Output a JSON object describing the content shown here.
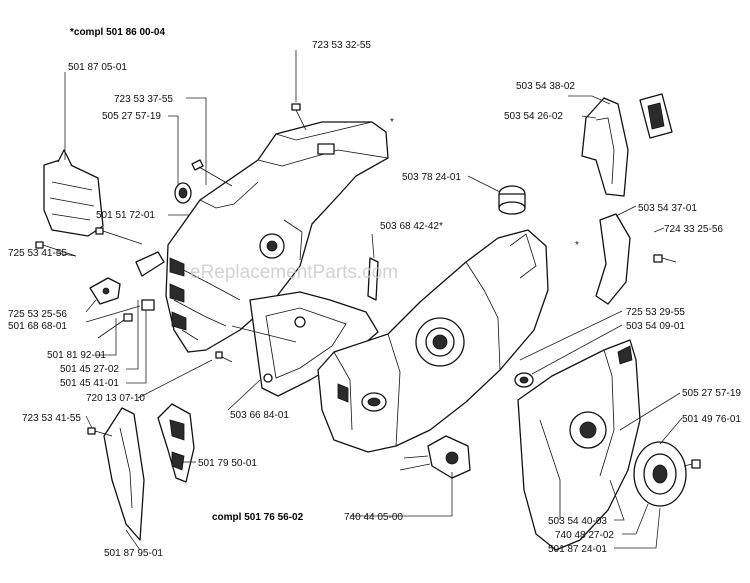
{
  "headers": {
    "kit_top": "*compl 501 86 00-04",
    "kit_bottom": "compl 501 76 56-02"
  },
  "watermark": "eReplacementParts.com",
  "asterisks": [
    "*",
    "*"
  ],
  "labels": {
    "p1": "723 53 32-55",
    "p2": "501 87 05-01",
    "p3": "723 53 37-55",
    "p4": "505 27 57-19",
    "p5": "501 51 72-01",
    "p6": "725 53 41-55",
    "p7": "725 53 25-56",
    "p8": "501 68 68-01",
    "p9": "501 81 92-01",
    "p10": "501 45 27-02",
    "p11": "501 45 41-01",
    "p12": "720 13 07-10",
    "p13": "723 53 41-55",
    "p14": "501 87 95-01",
    "p15": "501 79 50-01",
    "p16": "503 66 84-01",
    "p17": "503 68 42-42*",
    "p18": "503 78 24-01",
    "p19": "503 54 38-02",
    "p20": "503 54 26-02",
    "p21": "503 54 37-01",
    "p22": "724 33 25-56",
    "p23": "725 53 29-55",
    "p24": "503 54 09-01",
    "p25": "505 27 57-19",
    "p26": "501 49 76-01",
    "p27": "740 44 05-00",
    "p28": "503 54 40-03",
    "p29": "740 48 27-02",
    "p30": "501 87 24-01"
  }
}
